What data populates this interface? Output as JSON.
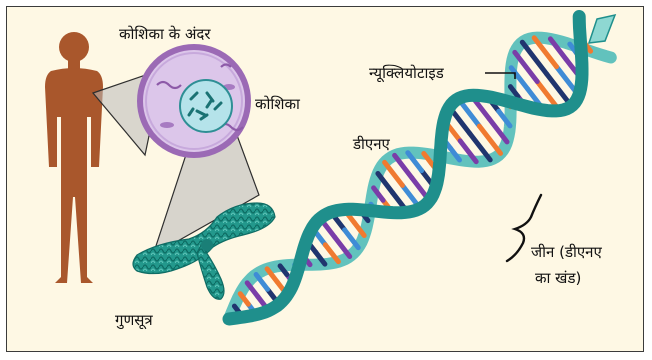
{
  "labels": {
    "inside_cell": "कोशिका के अंदर",
    "cell": "कोशिका",
    "nucleotide": "न्यूक्लियोटाइड",
    "dna": "डीएनए",
    "gene_line1": "जीन (डीएनए",
    "gene_line2": "का खंड)",
    "chromosome": "गुणसूत्र"
  },
  "colors": {
    "background": "#fef8e4",
    "human": "#a9572c",
    "cell_membrane": "#9b6ab5",
    "cell_fill": "#dcc6ea",
    "nucleus": "#b5e3ea",
    "dna_strand": "#1f8f8c",
    "dna_strand_light": "#62c2bd",
    "dna_interior": "#c6ebe8",
    "base_orange": "#f07a30",
    "base_navy": "#20356e",
    "base_blue": "#3f8cd6",
    "base_purple": "#7a3da8",
    "zoom_wedge": "#b9b9b9"
  },
  "icons": {
    "human": "human-silhouette-icon",
    "cell": "cell-icon",
    "chromosome": "chromosome-icon",
    "dna": "dna-double-helix-icon"
  }
}
